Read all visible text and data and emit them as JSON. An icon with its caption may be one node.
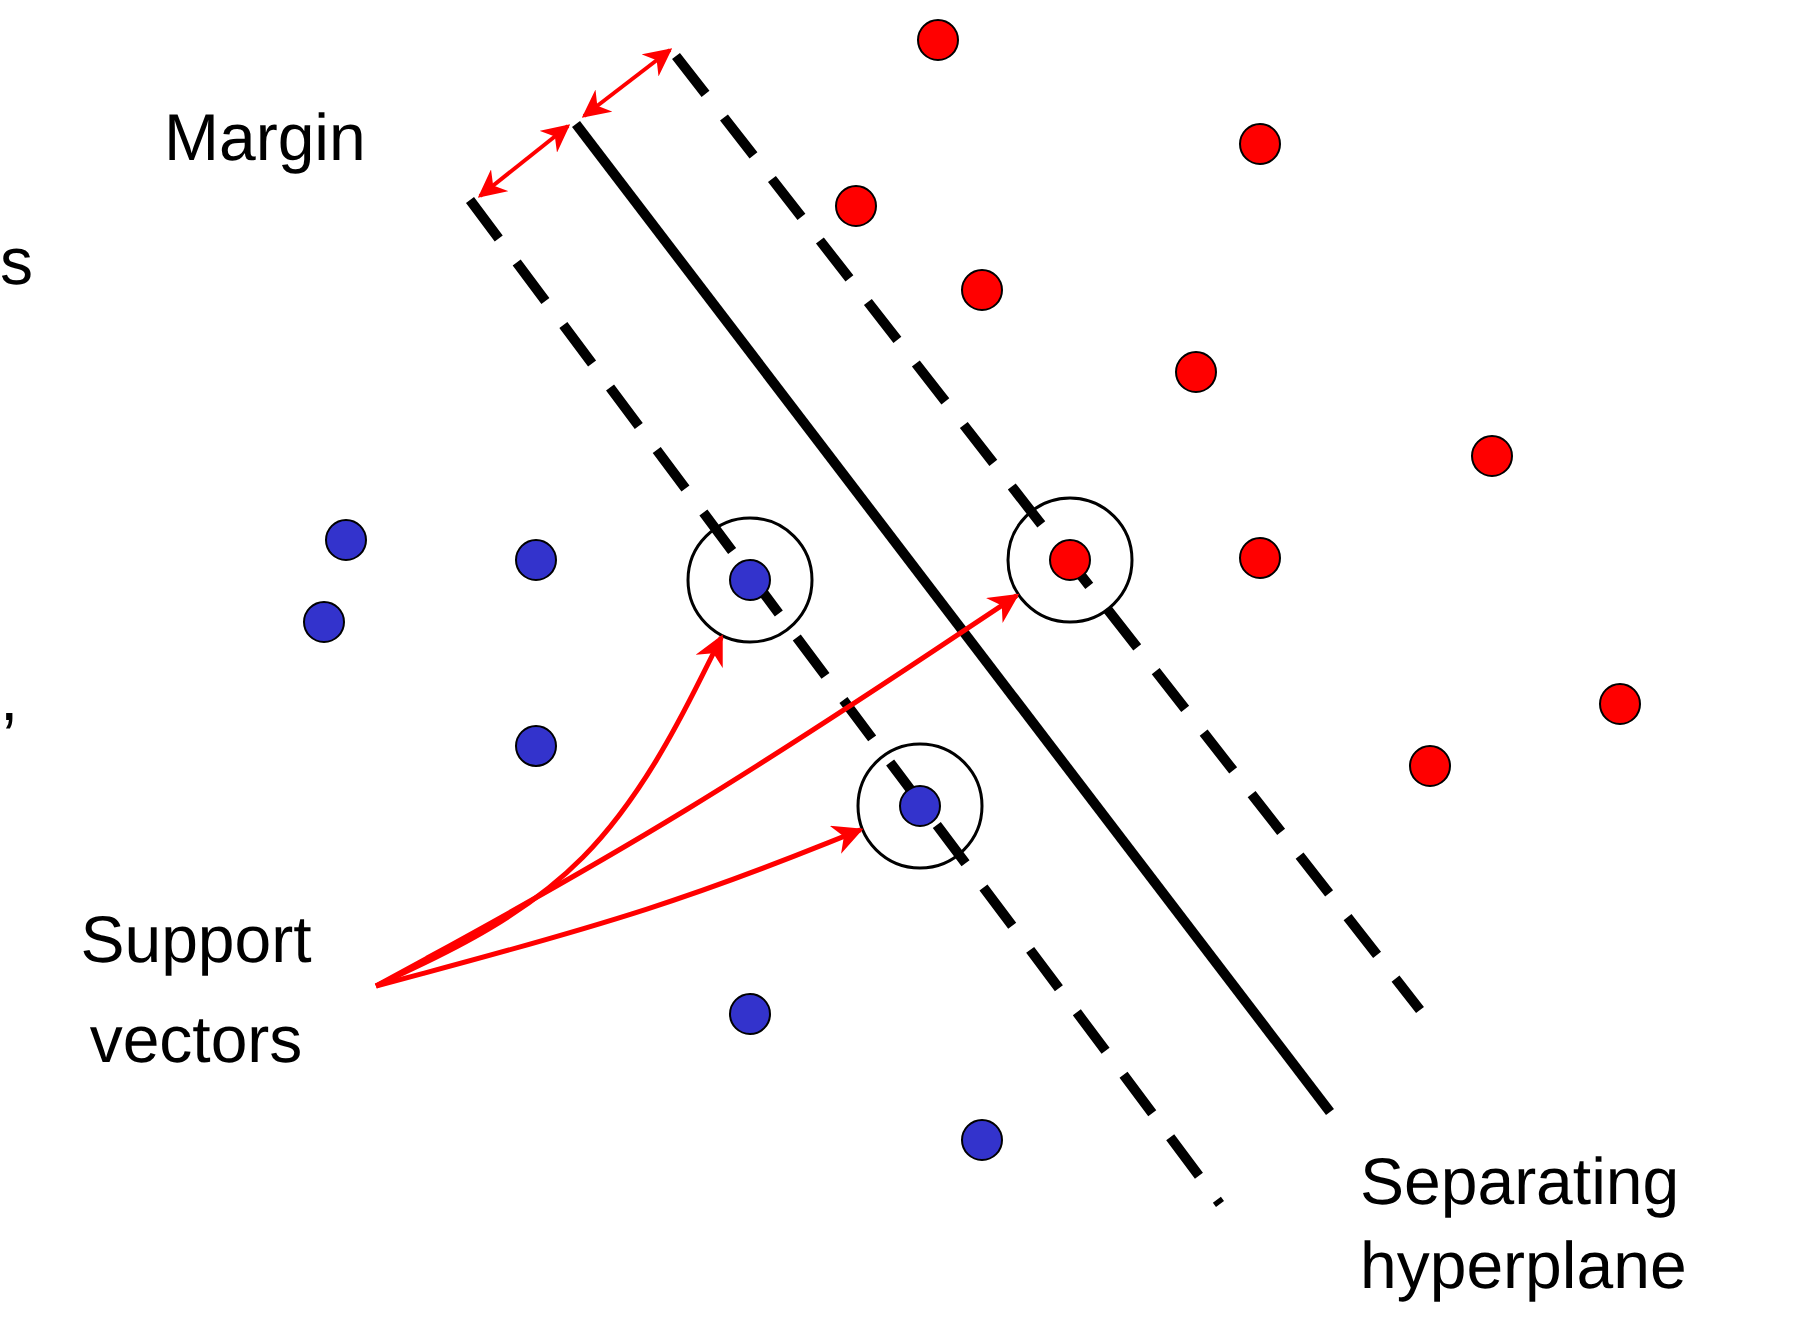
{
  "diagram": {
    "nodes": [
      {
        "text": [
          "Support vectors"
        ]
      },
      {
        "text": [],
        "shape": "circle"
      },
      {
        "text": [],
        "shape": "circle"
      },
      {
        "text": [],
        "shape": "circle"
      }
    ],
    "edges": [
      {
        "from": 0,
        "to": 1,
        "arrow": "to"
      },
      {
        "from": 0,
        "to": 3,
        "arrow": "to"
      },
      {
        "from": 0,
        "to": 2,
        "arrow": "to"
      }
    ],
    "labels": [
      "s",
      ",",
      "Margin",
      "Separating hyperplane"
    ]
  }
}
